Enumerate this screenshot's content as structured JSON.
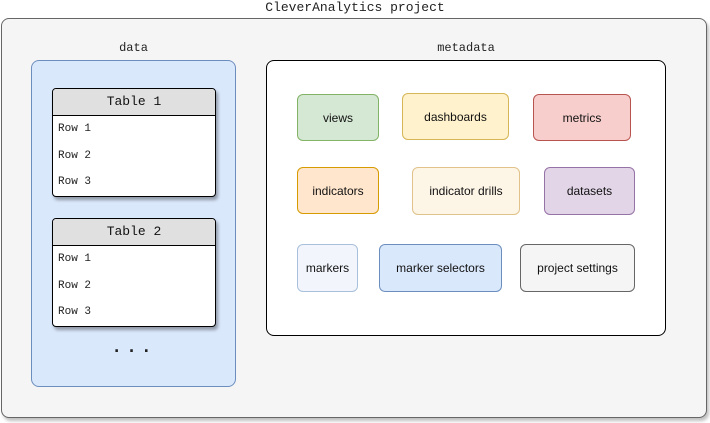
{
  "project_title": "CleverAnalytics project",
  "data": {
    "label": "data",
    "tables": [
      {
        "title": "Table 1",
        "rows": [
          "Row 1",
          "Row 2",
          "Row 3"
        ]
      },
      {
        "title": "Table 2",
        "rows": [
          "Row 1",
          "Row 2",
          "Row 3"
        ]
      }
    ],
    "more": "..."
  },
  "metadata": {
    "label": "metadata",
    "items": [
      {
        "label": "views",
        "fill": "#d5e8d4",
        "stroke": "#82b366"
      },
      {
        "label": "dashboards",
        "fill": "#fff2cc",
        "stroke": "#d6b656"
      },
      {
        "label": "metrics",
        "fill": "#f8cecc",
        "stroke": "#b85450"
      },
      {
        "label": "indicators",
        "fill": "#ffe6cc",
        "stroke": "#d79b00"
      },
      {
        "label": "indicator drills",
        "fill": "#fdf5e6",
        "stroke": "#e0c28a"
      },
      {
        "label": "datasets",
        "fill": "#e1d5e7",
        "stroke": "#9673a6"
      },
      {
        "label": "markers",
        "fill": "#f2f6fc",
        "stroke": "#a9c0dd"
      },
      {
        "label": "marker selectors",
        "fill": "#dae8fc",
        "stroke": "#6c8ebf"
      },
      {
        "label": "project settings",
        "fill": "#f5f5f5",
        "stroke": "#666666"
      }
    ]
  }
}
